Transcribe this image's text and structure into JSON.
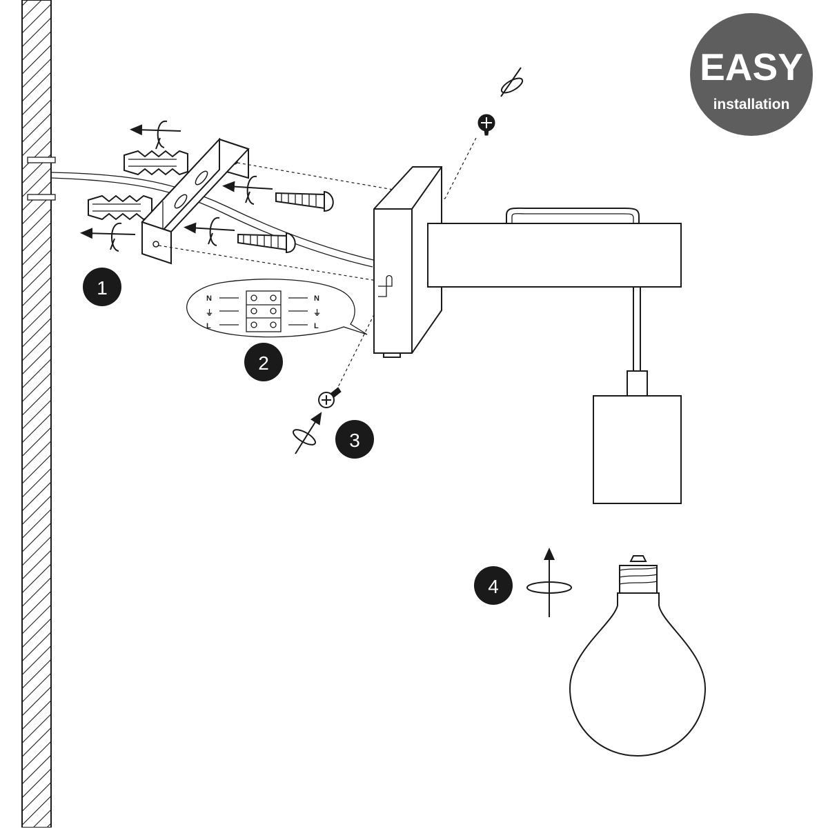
{
  "badge": {
    "title": "EASY",
    "subtitle": "installation",
    "color": "#5f5e5e"
  },
  "steps": {
    "step1": "1",
    "step2": "2",
    "step3": "3",
    "step4": "4",
    "color": "#1a1a1a"
  },
  "wiring": {
    "left_labels": [
      "N",
      "⏚",
      "L"
    ],
    "right_labels": [
      "N",
      "⏚",
      "L"
    ]
  },
  "icons": [
    "wall-hatching",
    "mounting-bracket",
    "wall-plug",
    "screw",
    "rotate-arrow-icon",
    "wall-base-plate",
    "lamp-arm",
    "cable-loop",
    "lamp-socket",
    "light-bulb",
    "terminal-block"
  ]
}
